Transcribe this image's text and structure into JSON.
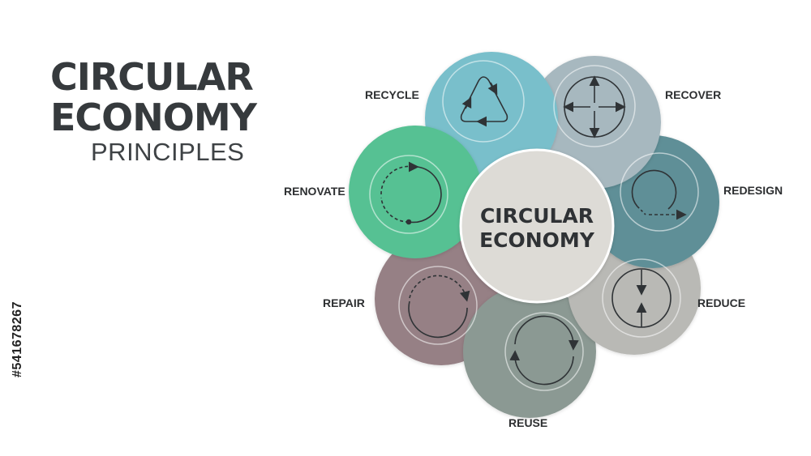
{
  "title": {
    "line1": "CIRCULAR",
    "line2": "ECONOMY",
    "line3": "PRINCIPLES"
  },
  "side_id": "#541678267",
  "center": {
    "line1": "CIRCULAR",
    "line2": "ECONOMY",
    "color": "#dddbd6"
  },
  "petals": [
    {
      "label": "RECYCLE",
      "color": "#79bfcb",
      "icon": "triangle-cycle-icon"
    },
    {
      "label": "RECOVER",
      "color": "#a7b8bf",
      "icon": "crosshair-arrows-icon"
    },
    {
      "label": "REDESIGN",
      "color": "#5f8f97",
      "icon": "redesign-circle-icon"
    },
    {
      "label": "REDUCE",
      "color": "#b9b9b5",
      "icon": "reduce-arrows-icon"
    },
    {
      "label": "REUSE",
      "color": "#8b9993",
      "icon": "reuse-circle-icon"
    },
    {
      "label": "REPAIR",
      "color": "#968085",
      "icon": "repair-circle-icon"
    },
    {
      "label": "RENOVATE",
      "color": "#57c193",
      "icon": "renovate-circle-icon"
    }
  ]
}
